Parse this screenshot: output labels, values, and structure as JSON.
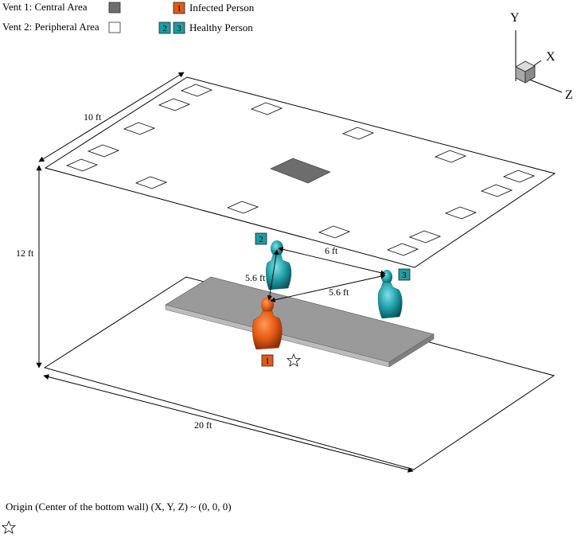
{
  "legend": {
    "vent1_label": "Vent 1: Central Area",
    "vent2_label": "Vent 2: Peripheral Area",
    "infected_label": "Infected Person",
    "healthy_label": "Healthy Person"
  },
  "persons": {
    "infected": {
      "id": "1"
    },
    "healthy": [
      {
        "id": "2"
      },
      {
        "id": "3"
      }
    ]
  },
  "dimensions": {
    "room_depth": "10 ft",
    "room_height": "12 ft",
    "room_length": "20 ft",
    "dist_2_3": "6 ft",
    "dist_1_2": "5.6 ft",
    "dist_1_3": "5.6 ft"
  },
  "axes": {
    "y": "Y",
    "x": "X",
    "z": "Z"
  },
  "origin_note": "Origin (Center of the bottom wall) (X, Y, Z) ~ (0, 0, 0)",
  "colors": {
    "infected": "#e35a14",
    "healthy": "#1e9ca6",
    "vent_central": "#6d6d6d",
    "table": "#9a9a9a"
  },
  "icons": {
    "origin_marker": "star-outline-icon"
  }
}
